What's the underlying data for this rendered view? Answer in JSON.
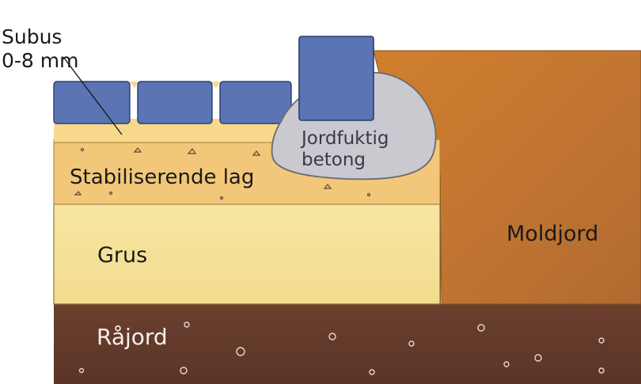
{
  "labels": {
    "subus_line1": "Subus",
    "subus_line2": "0-8 mm",
    "jordfuktig_line1": "Jordfuktig",
    "jordfuktig_line2": "betong",
    "stabiliserende": "Stabiliserende lag",
    "grus": "Grus",
    "moldjord": "Moldjord",
    "raajord": "Råjord"
  },
  "colors": {
    "paver_blue": "#5b74b4",
    "concrete_grey": "#c9c9cf",
    "stabilizing_layer": "#f2c77a",
    "gravel": "#f6e39a",
    "topsoil": "#c77a2e",
    "subsoil": "#6d4230"
  }
}
